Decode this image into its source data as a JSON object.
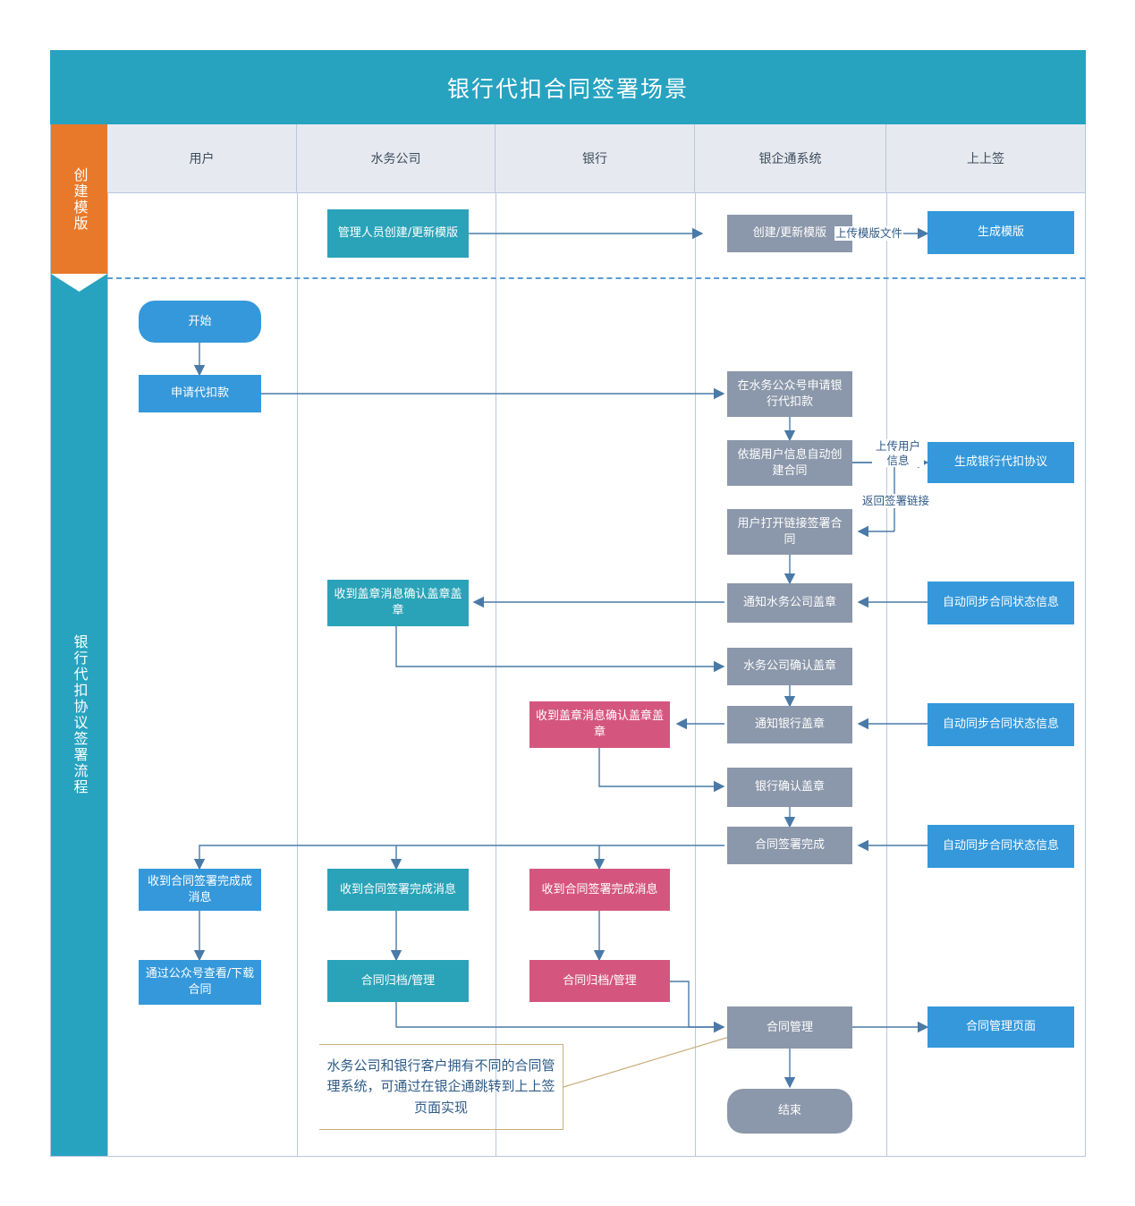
{
  "header": {
    "title": "银行代扣合同签署场景"
  },
  "lanes": [
    {
      "id": "user",
      "label": "用户"
    },
    {
      "id": "water",
      "label": "水务公司"
    },
    {
      "id": "bank",
      "label": "银行"
    },
    {
      "id": "yqt",
      "label": "银企通系统"
    },
    {
      "id": "sss",
      "label": "上上签"
    }
  ],
  "phases": [
    {
      "id": "create-template",
      "label": "创建模版",
      "color": "#e8792a"
    },
    {
      "id": "sign-process",
      "label": "银行代扣协议签署流程",
      "color": "#27a3c0"
    }
  ],
  "nodes": {
    "admin_create_template": "管理人员创建/更新模版",
    "create_update_template": "创建/更新模版",
    "generate_template": "生成模版",
    "start": "开始",
    "apply_deduction": "申请代扣款",
    "apply_on_wechat": "在水务公众号申请银行代扣款",
    "auto_create_contract": "依据用户信息自动创建合同",
    "generate_agreement": "生成银行代扣协议",
    "user_open_link_sign": "用户打开链接签署合同",
    "notify_water_seal": "通知水务公司盖章",
    "water_recv_seal_msg": "收到盖章消息确认盖章盖章",
    "water_confirm_seal": "水务公司确认盖章",
    "notify_bank_seal": "通知银行盖章",
    "bank_recv_seal_msg": "收到盖章消息确认盖章盖章",
    "bank_confirm_seal": "银行确认盖章",
    "contract_signed": "合同签署完成",
    "sync_status_1": "自动同步合同状态信息",
    "sync_status_2": "自动同步合同状态信息",
    "sync_status_3": "自动同步合同状态信息",
    "user_recv_done": "收到合同签署完成成消息",
    "water_recv_done": "收到合同签署完成消息",
    "bank_recv_done": "收到合同签署完成消息",
    "user_view_download": "通过公众号查看/下载合同",
    "water_archive": "合同归档/管理",
    "bank_archive": "合同归档/管理",
    "contract_manage": "合同管理",
    "contract_manage_page": "合同管理页面",
    "end": "结束"
  },
  "edge_labels": {
    "upload_template_file": "上传模版文件",
    "upload_user_info": "上传用户信息",
    "return_sign_link": "返回签署链接"
  },
  "note": {
    "text": "水务公司和银行客户拥有不同的合同管理系统，可通过在银企通跳转到上上签页面实现"
  },
  "colors": {
    "title_bar": "#27a3c0",
    "phase_orange": "#e8792a",
    "phase_teal": "#27a3c0",
    "node_blue": "#3498db",
    "node_teal": "#2aa3b8",
    "node_gray": "#8b97aa",
    "node_pink": "#d4567f",
    "lane_header": "#e6eaf0",
    "grid_line": "#b9c7dd",
    "note_border": "#c9ad7a",
    "note_text": "#2e5a86"
  }
}
